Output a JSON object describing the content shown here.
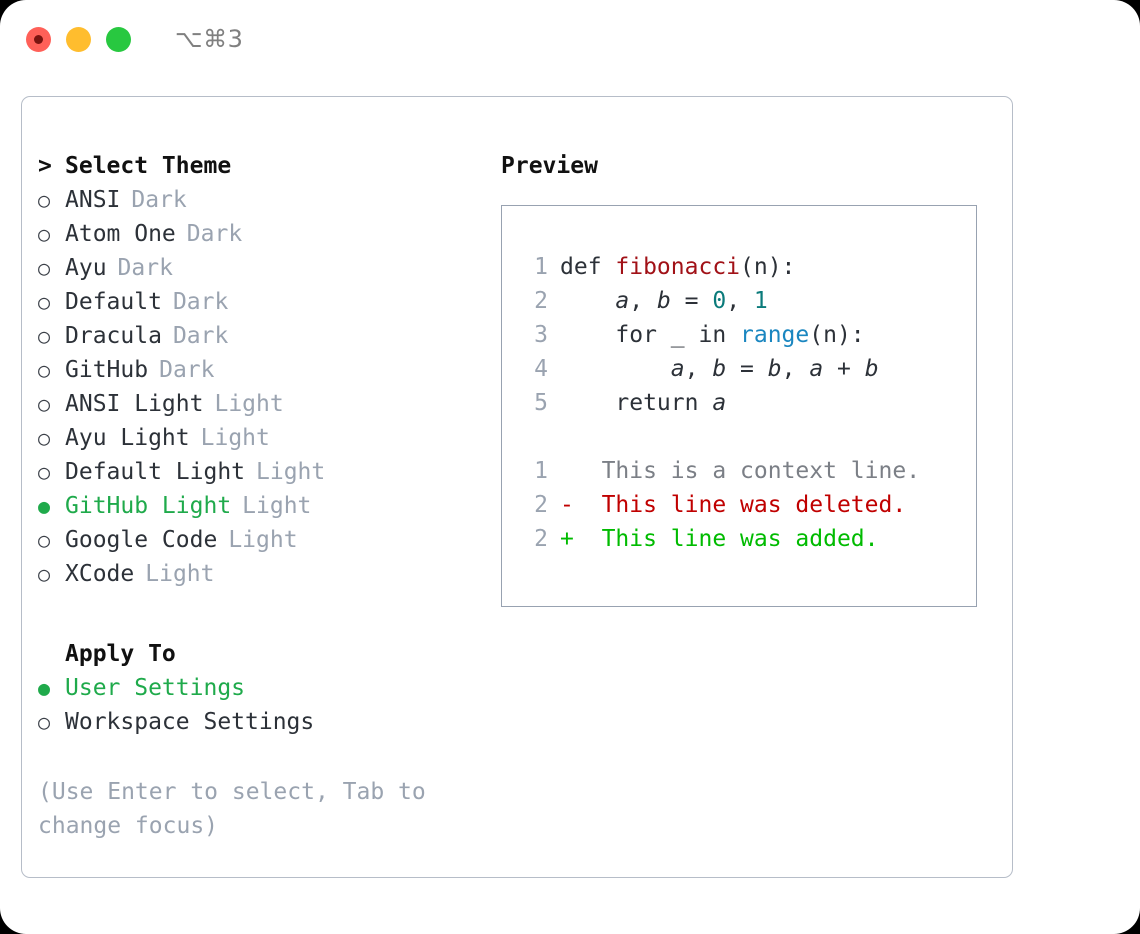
{
  "titlebar": {
    "shortcut": "⌥⌘3",
    "buttons": [
      {
        "name": "close",
        "color": "#ff6058"
      },
      {
        "name": "minimize",
        "color": "#ffbd2e"
      },
      {
        "name": "maximize",
        "color": "#28c840"
      }
    ]
  },
  "theme_picker": {
    "header": {
      "marker": ">",
      "label": "Select Theme"
    },
    "items": [
      {
        "marker": "○",
        "label": "ANSI",
        "tag": "Dark",
        "selected": false
      },
      {
        "marker": "○",
        "label": "Atom One",
        "tag": "Dark",
        "selected": false
      },
      {
        "marker": "○",
        "label": "Ayu",
        "tag": "Dark",
        "selected": false
      },
      {
        "marker": "○",
        "label": "Default",
        "tag": "Dark",
        "selected": false
      },
      {
        "marker": "○",
        "label": "Dracula",
        "tag": "Dark",
        "selected": false
      },
      {
        "marker": "○",
        "label": "GitHub",
        "tag": "Dark",
        "selected": false
      },
      {
        "marker": "○",
        "label": "ANSI Light",
        "tag": "Light",
        "selected": false
      },
      {
        "marker": "○",
        "label": "Ayu Light",
        "tag": "Light",
        "selected": false
      },
      {
        "marker": "○",
        "label": "Default Light",
        "tag": "Light",
        "selected": false
      },
      {
        "marker": "●",
        "label": "GitHub Light",
        "tag": "Light",
        "selected": true
      },
      {
        "marker": "○",
        "label": "Google Code",
        "tag": "Light",
        "selected": false
      },
      {
        "marker": "○",
        "label": "XCode",
        "tag": "Light",
        "selected": false
      }
    ]
  },
  "apply_to": {
    "header": {
      "marker": "",
      "label": "Apply To"
    },
    "items": [
      {
        "marker": "●",
        "label": "User Settings",
        "selected": true
      },
      {
        "marker": "○",
        "label": "Workspace Settings",
        "selected": false
      }
    ]
  },
  "hint": "(Use Enter to select, Tab to change focus)",
  "preview": {
    "title": "Preview",
    "code_lines": [
      {
        "n": "1",
        "tokens": [
          {
            "t": "def ",
            "c": "kw"
          },
          {
            "t": "fibonacci",
            "c": "fn"
          },
          {
            "t": "(n):",
            "c": "punct"
          }
        ]
      },
      {
        "n": "2",
        "tokens": [
          {
            "t": "    ",
            "c": "punct"
          },
          {
            "t": "a",
            "c": "var"
          },
          {
            "t": ", ",
            "c": "punct"
          },
          {
            "t": "b",
            "c": "var"
          },
          {
            "t": " = ",
            "c": "punct"
          },
          {
            "t": "0",
            "c": "num"
          },
          {
            "t": ", ",
            "c": "punct"
          },
          {
            "t": "1",
            "c": "num"
          }
        ]
      },
      {
        "n": "3",
        "tokens": [
          {
            "t": "    for _ in ",
            "c": "kw"
          },
          {
            "t": "range",
            "c": "builtin"
          },
          {
            "t": "(n):",
            "c": "punct"
          }
        ]
      },
      {
        "n": "4",
        "tokens": [
          {
            "t": "        ",
            "c": "punct"
          },
          {
            "t": "a",
            "c": "var"
          },
          {
            "t": ", ",
            "c": "punct"
          },
          {
            "t": "b",
            "c": "var"
          },
          {
            "t": " = ",
            "c": "punct"
          },
          {
            "t": "b",
            "c": "var"
          },
          {
            "t": ", ",
            "c": "punct"
          },
          {
            "t": "a",
            "c": "var"
          },
          {
            "t": " + ",
            "c": "punct"
          },
          {
            "t": "b",
            "c": "var"
          }
        ]
      },
      {
        "n": "5",
        "tokens": [
          {
            "t": "    return ",
            "c": "kw"
          },
          {
            "t": "a",
            "c": "var"
          }
        ]
      }
    ],
    "diff_lines": [
      {
        "n": "1",
        "sign": " ",
        "text": "This is a context line.",
        "kind": "ctx"
      },
      {
        "n": "2",
        "sign": "-",
        "text": "This line was deleted.",
        "kind": "del"
      },
      {
        "n": "2",
        "sign": "+",
        "text": "This line was added.",
        "kind": "add"
      }
    ]
  },
  "colors": {
    "selected_green": "#1faa4b",
    "muted_gray": "#9aa3b0",
    "diff_added": "#00bb00",
    "diff_deleted": "#c00000",
    "function_red": "#a11117",
    "builtin_blue": "#1a86c0",
    "number_teal": "#0b7b7b",
    "panel_border": "#b6bdc8",
    "preview_border": "#98a2b1"
  }
}
